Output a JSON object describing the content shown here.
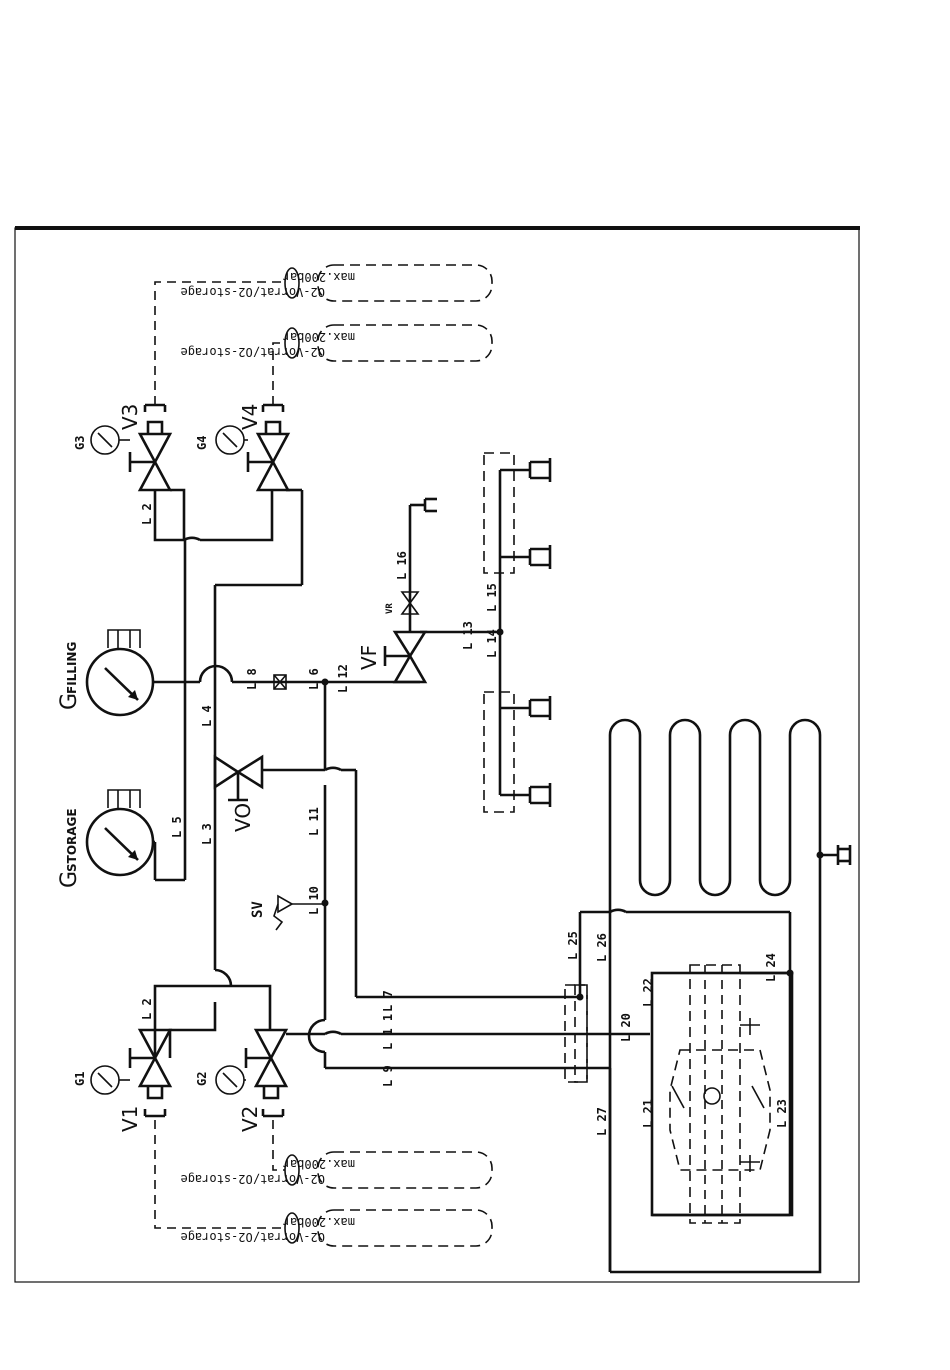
{
  "valves": {
    "v1": "V1",
    "v2": "V2",
    "v3": "V3",
    "v4": "V4",
    "vo": "VO",
    "vf": "VF",
    "vr": "VR",
    "sv": "SV"
  },
  "gauges": {
    "g1": "G1",
    "g2": "G2",
    "g3": "G3",
    "g4": "G4",
    "g_storage": {
      "prefix": "G",
      "sub": "STORAGE"
    },
    "g_filling": {
      "prefix": "G",
      "sub": "FILLING"
    }
  },
  "cylinders": {
    "line1": "O2-Vorrat/O2-storage",
    "line2": "max.200bar"
  },
  "lines": {
    "l2a": "L 2",
    "l2b": "L 2",
    "l3": "L 3",
    "l4": "L 4",
    "l5": "L 5",
    "l6": "L 6",
    "l7": "L 7",
    "l8": "L 8",
    "l9": "L 9",
    "l10": "L 10",
    "l11": "L 11",
    "l11b": "L 1 1",
    "l12": "L 12",
    "l13": "L 13",
    "l14": "L 14",
    "l15": "L 15",
    "l16": "L 16",
    "l20": "L 20",
    "l21": "L 21",
    "l22": "L 22",
    "l23": "L 23",
    "l24": "L 24",
    "l25": "L 25",
    "l26": "L 26",
    "l27": "L 27"
  }
}
